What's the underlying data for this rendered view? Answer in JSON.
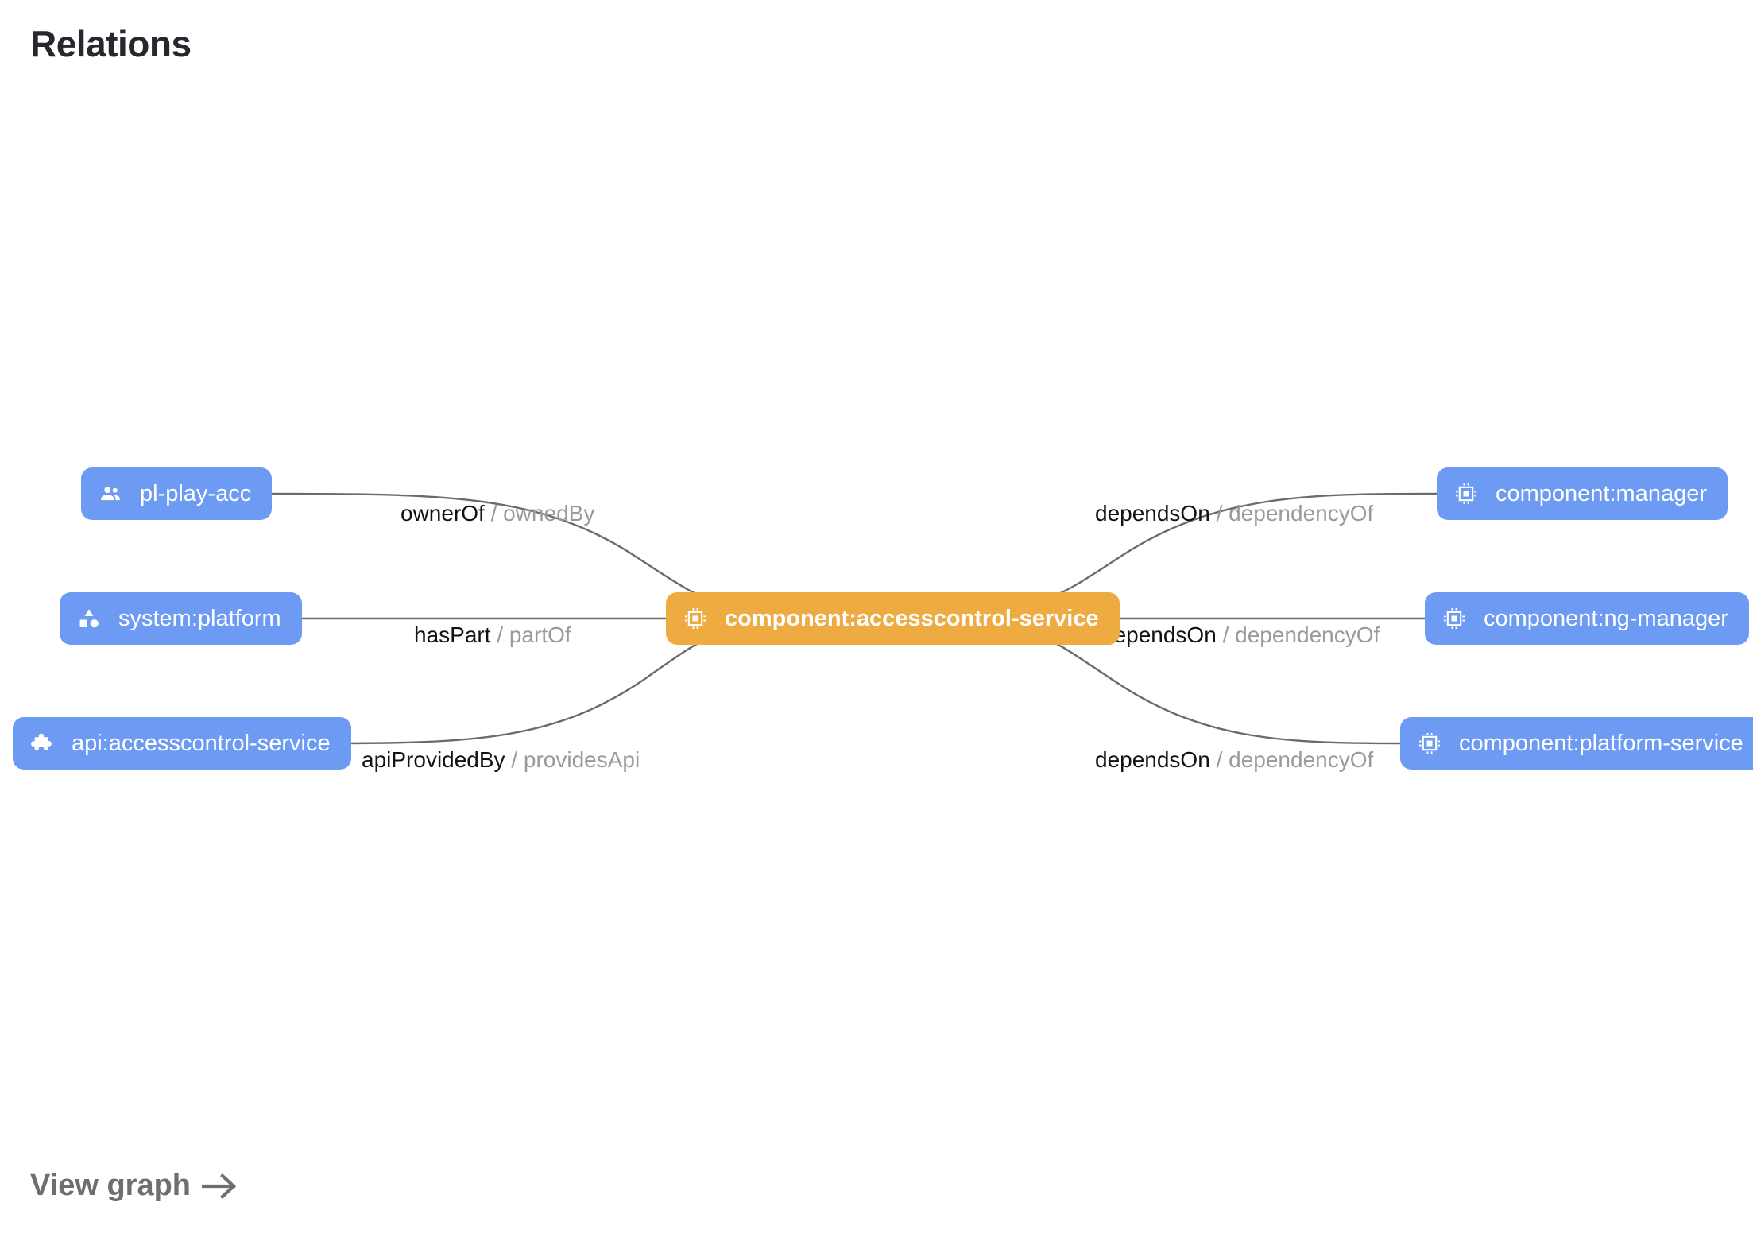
{
  "page": {
    "title": "Relations"
  },
  "graph": {
    "center_node": {
      "label": "component:accesscontrol-service",
      "icon": "memory-chip-icon",
      "color": "#eeab42",
      "text_color": "#ffffff"
    },
    "nodes": [
      {
        "id": "pl-play-acc",
        "label": "pl-play-acc",
        "icon": "group-people-icon",
        "color": "#6d9bf3",
        "side": "left"
      },
      {
        "id": "system-platform",
        "label": "system:platform",
        "icon": "category-shapes-icon",
        "color": "#6d9bf3",
        "side": "left"
      },
      {
        "id": "api-service",
        "label": "api:accesscontrol-service",
        "icon": "puzzle-piece-icon",
        "color": "#6d9bf3",
        "side": "left"
      },
      {
        "id": "manager",
        "label": "component:manager",
        "icon": "memory-chip-icon",
        "color": "#6d9bf3",
        "side": "right"
      },
      {
        "id": "ng-manager",
        "label": "component:ng-manager",
        "icon": "memory-chip-icon",
        "color": "#6d9bf3",
        "side": "right"
      },
      {
        "id": "platform-service",
        "label": "component:platform-service",
        "icon": "memory-chip-icon",
        "color": "#6d9bf3",
        "side": "right"
      }
    ],
    "edges": [
      {
        "id": "ownerof",
        "forward": "ownerOf",
        "separator": "/",
        "reverse": "ownedBy",
        "from": "pl-play-acc",
        "to": "component:accesscontrol-service"
      },
      {
        "id": "haspart",
        "forward": "hasPart",
        "separator": "/",
        "reverse": "partOf",
        "from": "system-platform",
        "to": "component:accesscontrol-service"
      },
      {
        "id": "apiprovided",
        "forward": "apiProvidedBy",
        "separator": "/",
        "reverse": "providesApi",
        "from": "api-service",
        "to": "component:accesscontrol-service"
      },
      {
        "id": "depends-1",
        "forward": "dependsOn",
        "separator": "/",
        "reverse": "dependencyOf",
        "from": "component:accesscontrol-service",
        "to": "manager"
      },
      {
        "id": "depends-2",
        "forward": "dependsOn",
        "separator": "/",
        "reverse": "dependencyOf",
        "from": "component:accesscontrol-service",
        "to": "ng-manager"
      },
      {
        "id": "depends-3",
        "forward": "dependsOn",
        "separator": "/",
        "reverse": "dependencyOf",
        "from": "component:accesscontrol-service",
        "to": "platform-service"
      }
    ],
    "edge_color": "#6b6b6b"
  },
  "footer": {
    "view_graph_label": "View graph",
    "arrow_icon": "arrow-right-icon"
  }
}
